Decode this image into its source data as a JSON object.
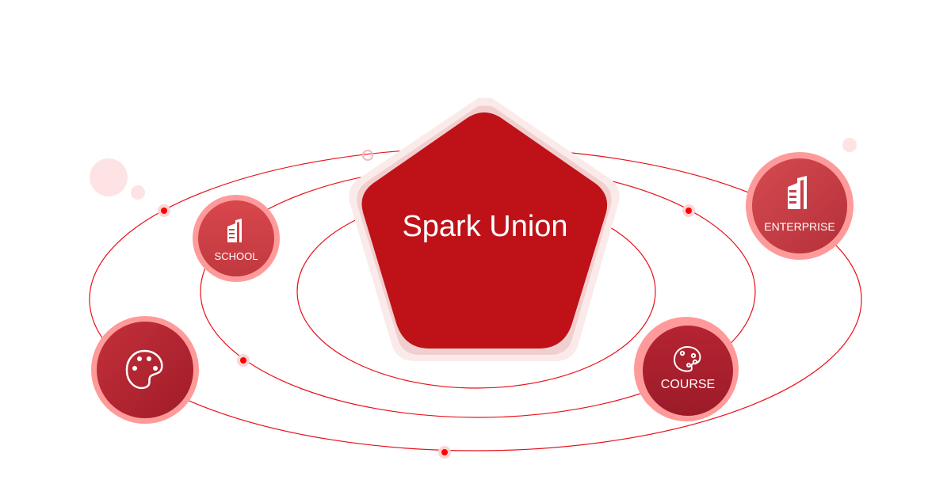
{
  "diagram": {
    "center": {
      "title": "Spark Union",
      "shape": "pentagon"
    },
    "nodes": [
      {
        "id": "school",
        "label": "SCHOOL",
        "icon": "building-icon"
      },
      {
        "id": "enterprise",
        "label": "ENTERPRISE",
        "icon": "building-icon"
      },
      {
        "id": "course",
        "label": "COURSE",
        "icon": "palette-icon"
      },
      {
        "id": "art",
        "label": "",
        "icon": "palette-icon"
      }
    ],
    "orbits": [
      {
        "id": "inner"
      },
      {
        "id": "middle"
      },
      {
        "id": "outer"
      }
    ]
  },
  "colors": {
    "primary": "#be1218",
    "orbit_line": "#e8101a",
    "node_ring": "#ff9a9a",
    "node_fill_light": "#d9434a",
    "node_fill_dark": "#a61c2a",
    "halo_outer": "#fbeaea",
    "halo_inner": "#f2cfcf",
    "bubble": "#fde3e4",
    "dot": "#ff0000",
    "dot_halo": "#fdd3d4"
  }
}
